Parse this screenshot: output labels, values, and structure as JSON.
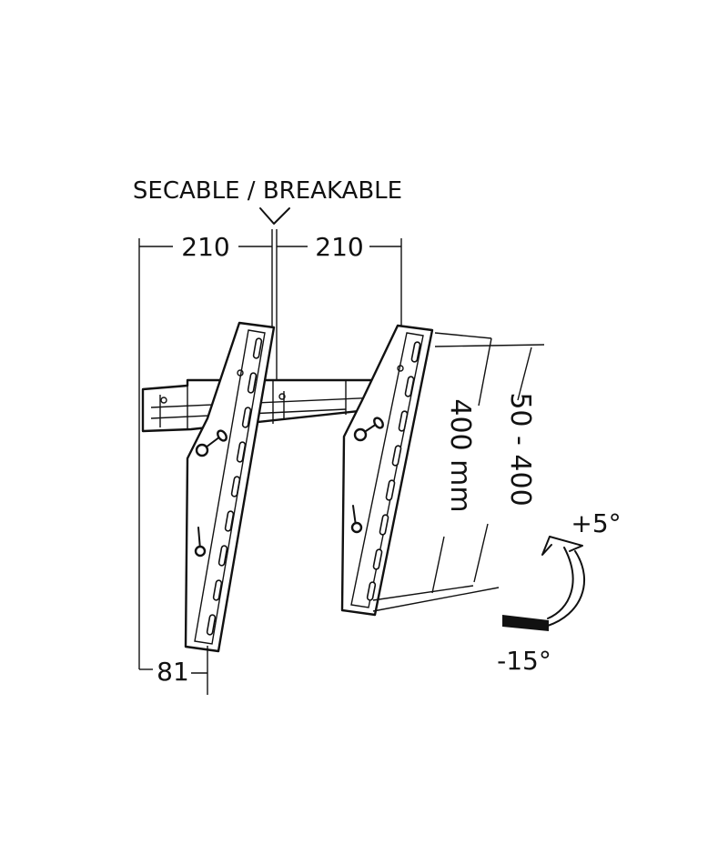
{
  "labels": {
    "breakable": "SECABLE / BREAKABLE",
    "width_left": "210",
    "width_right": "210",
    "depth": "81",
    "vesa_400": "400 mm",
    "vesa_range": "50 - 400",
    "tilt_up": "+5°",
    "tilt_down": "-15°"
  },
  "colors": {
    "line": "#111111",
    "background": "#ffffff"
  }
}
